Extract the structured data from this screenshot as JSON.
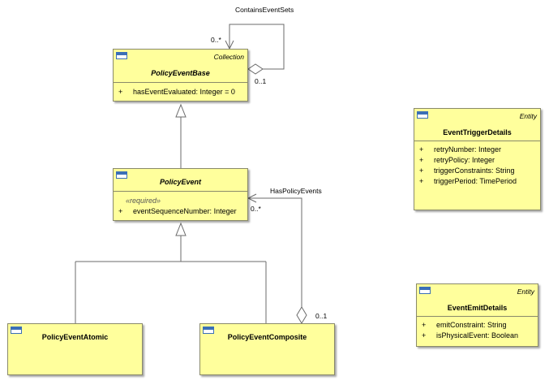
{
  "classes": {
    "policy_event_base": {
      "name": "PolicyEventBase",
      "stereotype": "Collection",
      "attributes": [
        {
          "visibility": "+",
          "text": "hasEventEvaluated: Integer = 0"
        }
      ]
    },
    "policy_event": {
      "name": "PolicyEvent",
      "tag": "«required»",
      "attributes": [
        {
          "visibility": "+",
          "text": "eventSequenceNumber: Integer"
        }
      ]
    },
    "policy_event_atomic": {
      "name": "PolicyEventAtomic"
    },
    "policy_event_composite": {
      "name": "PolicyEventComposite"
    },
    "event_trigger_details": {
      "name": "EventTriggerDetails",
      "stereotype": "Entity",
      "attributes": [
        {
          "visibility": "+",
          "text": "retryNumber: Integer"
        },
        {
          "visibility": "+",
          "text": "retryPolicy: Integer"
        },
        {
          "visibility": "+",
          "text": "triggerConstraints: String"
        },
        {
          "visibility": "+",
          "text": "triggerPeriod: TimePeriod"
        }
      ]
    },
    "event_emit_details": {
      "name": "EventEmitDetails",
      "stereotype": "Entity",
      "attributes": [
        {
          "visibility": "+",
          "text": "emitConstraint: String"
        },
        {
          "visibility": "+",
          "text": "isPhysicalEvent: Boolean"
        }
      ]
    }
  },
  "associations": {
    "contains_event_sets": {
      "name": "ContainsEventSets",
      "target_mult": "0..*",
      "source_mult": "0..1"
    },
    "has_policy_events": {
      "name": "HasPolicyEvents",
      "target_mult": "0..*",
      "source_mult": "0..1"
    }
  },
  "colors": {
    "class_fill": "#ffff9c",
    "class_border": "#8a8a6a",
    "line": "#6b6b6b",
    "icon": "#3b6fb6"
  }
}
